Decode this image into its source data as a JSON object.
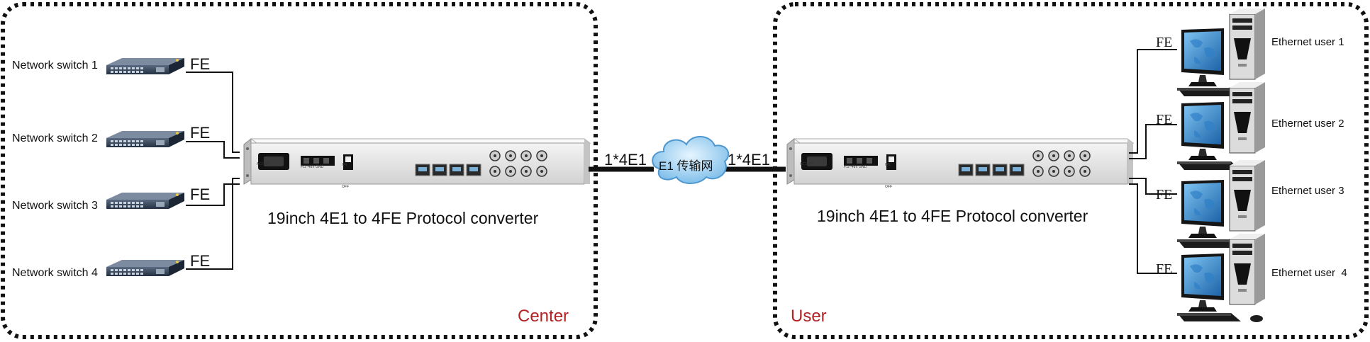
{
  "center": {
    "region_label": "Center",
    "switches": [
      {
        "label": "Network switch 1",
        "link": "FE"
      },
      {
        "label": "Network switch 2",
        "link": "FE"
      },
      {
        "label": "Network switch 3",
        "link": "FE"
      },
      {
        "label": "Network switch 4",
        "link": "FE"
      }
    ],
    "device_caption": "19inch 4E1 to 4FE Protocol converter",
    "panel": {
      "power": "AC220V",
      "dc": "F.G -48V GND",
      "switch_on": "ON",
      "switch_off": "OFF"
    }
  },
  "link": {
    "left_label": "1*4E1",
    "right_label": "1*4E1",
    "cloud_label": "E1 传输网"
  },
  "user": {
    "region_label": "User",
    "users": [
      {
        "label": "Ethernet user 1",
        "link": "FE"
      },
      {
        "label": "Ethernet user 2",
        "link": "FE"
      },
      {
        "label": "Ethernet user 3",
        "link": "FE"
      },
      {
        "label": "Ethernet user  4",
        "link": "FE"
      }
    ],
    "device_caption": "19inch 4E1 to 4FE Protocol converter",
    "panel": {
      "power": "AC220V",
      "dc": "F.G -48V GND",
      "switch_on": "ON",
      "switch_off": "OFF"
    }
  },
  "colors": {
    "region_label": "#b22222",
    "cable": "#111111",
    "device": "#e6e6e6",
    "cloud": "#8ec9ee"
  }
}
